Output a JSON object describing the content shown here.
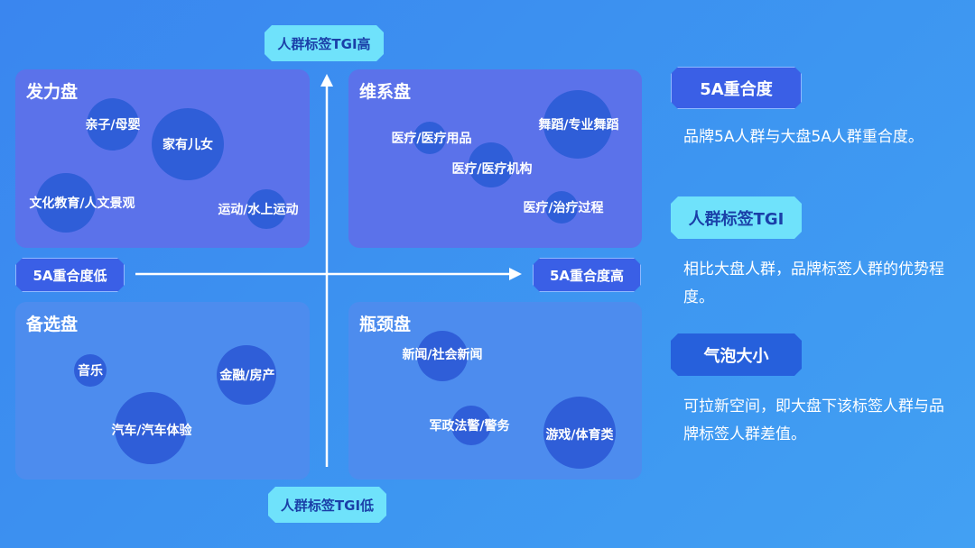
{
  "axes": {
    "y_high": "人群标签TGI高",
    "y_low": "人群标签TGI低",
    "x_low": "5A重合度低",
    "x_high": "5A重合度高"
  },
  "quadrants": [
    {
      "title": "发力盘",
      "bubbles": [
        "亲子/母婴",
        "家有儿女",
        "文化教育/人文景观",
        "运动/水上运动"
      ]
    },
    {
      "title": "维系盘",
      "bubbles": [
        "医疗/医疗用品",
        "舞蹈/专业舞蹈",
        "医疗/医疗机构",
        "医疗/治疗过程"
      ]
    },
    {
      "title": "备选盘",
      "bubbles": [
        "音乐",
        "金融/房产",
        "汽车/汽车体验"
      ]
    },
    {
      "title": "瓶颈盘",
      "bubbles": [
        "新闻/社会新闻",
        "军政法警/警务",
        "游戏/体育类"
      ]
    }
  ],
  "legend": [
    {
      "title": "5A重合度",
      "desc": "品牌5A人群与大盘5A人群重合度。"
    },
    {
      "title": "人群标签TGI",
      "desc": "相比大盘人群，品牌标签人群的优势程度。"
    },
    {
      "title": "气泡大小",
      "desc": "可拉新空间，即大盘下该标签人群与品牌标签人群差值。"
    }
  ],
  "colors": {
    "background": "#3a8cf0",
    "top_panel": "#5b72ea",
    "bottom_panel": "#4d8cee",
    "bubble": "#2f5ed8",
    "cyan_tag": "#6fe2fb"
  }
}
